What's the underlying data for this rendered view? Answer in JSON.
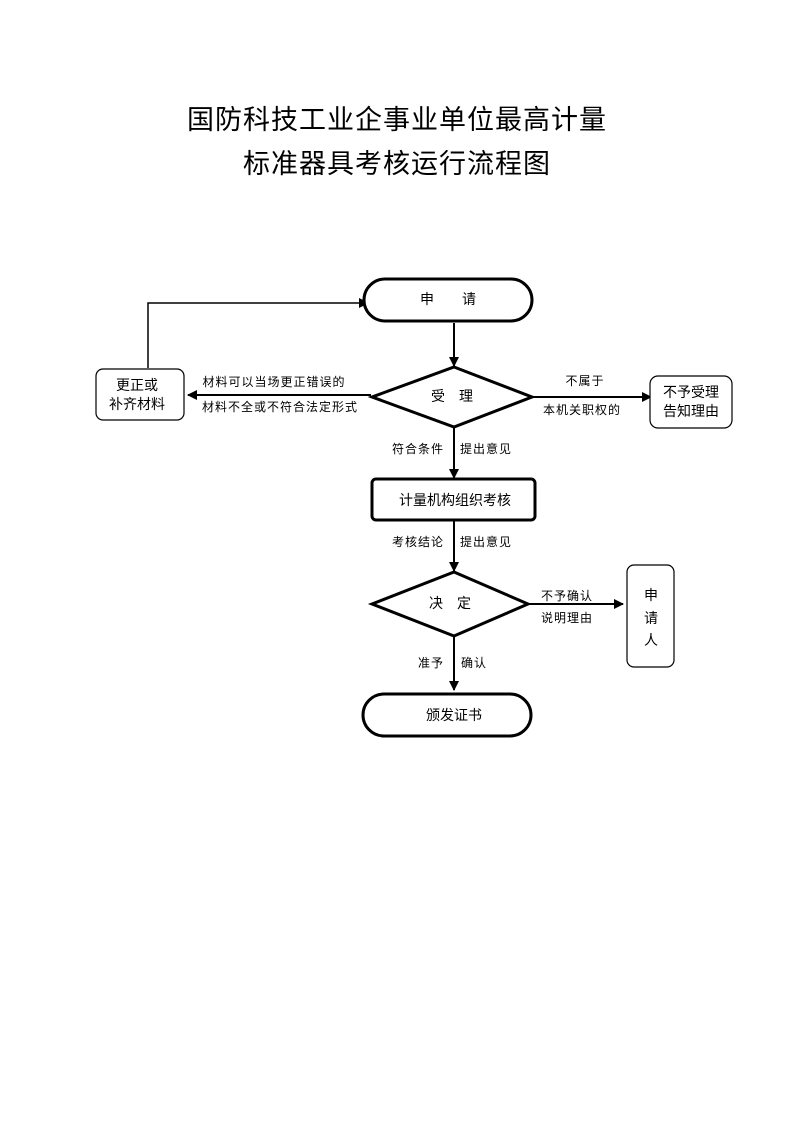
{
  "title": {
    "line1": "国防科技工业企事业单位最高计量",
    "line2": "标准器具考核运行流程图"
  },
  "nodes": {
    "apply": "申　　请",
    "accept": "受　理",
    "correct_line1": "更正或",
    "correct_line2": "补齐材料",
    "reject_line1": "不予受理",
    "reject_line2": "告知理由",
    "organize": "计量机构组织考核",
    "decide": "决　定",
    "applicant_1": "申",
    "applicant_2": "请",
    "applicant_3": "人",
    "certificate": "颁发证书"
  },
  "edge_labels": {
    "correct_top": "材料可以当场更正错误的",
    "correct_bottom": "材料不全或不符合法定形式",
    "reject_top": "不属于",
    "reject_bottom": "本机关职权的",
    "meets_left": "符合条件",
    "meets_right": "提出意见",
    "conclusion_left": "考核结论",
    "conclusion_right": "提出意见",
    "deny_top": "不予确认",
    "deny_bottom": "说明理由",
    "approve_left": "准予",
    "approve_right": "确认"
  }
}
